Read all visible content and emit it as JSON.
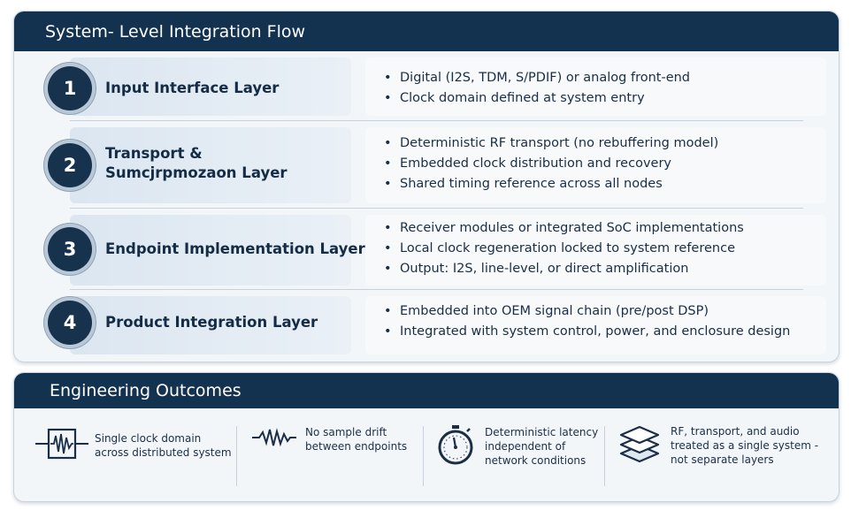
{
  "flow": {
    "title": "System- Level Integration Flow",
    "layers": [
      {
        "number": "1",
        "title_lines": [
          "Input Interface Layer"
        ],
        "bullets": [
          "Digital (I2S, TDM, S/PDIF) or analog front-end",
          "Clock domain defined at system entry"
        ]
      },
      {
        "number": "2",
        "title_lines": [
          "Transport &",
          "Sumcjrpmozaon Layer"
        ],
        "bullets": [
          "Deterministic RF transport (no rebuffering model)",
          "Embedded clock distribution and recovery",
          "Shared timing reference across all nodes"
        ]
      },
      {
        "number": "3",
        "title_lines": [
          "Endpoint Implementation Layer"
        ],
        "bullets": [
          "Receiver modules or integrated SoC implementations",
          "Local clock regeneration locked to system reference",
          "Output: I2S, line-level, or direct amplification"
        ]
      },
      {
        "number": "4",
        "title_lines": [
          "Product Integration Layer"
        ],
        "bullets": [
          "Embedded into OEM signal chain (pre/post DSP)",
          "Integrated with system control, power, and enclosure design"
        ]
      }
    ]
  },
  "outcomes": {
    "title": "Engineering Outcomes",
    "items": [
      {
        "icon": "waveform-box-icon",
        "lines": [
          "Single clock domain",
          "across distributed system"
        ]
      },
      {
        "icon": "signal-wave-icon",
        "lines": [
          "No sample drift",
          "between endpoints"
        ]
      },
      {
        "icon": "stopwatch-icon",
        "lines": [
          "Deterministic latency",
          "independent of",
          "network conditions"
        ]
      },
      {
        "icon": "stacked-layers-icon",
        "lines": [
          "RF, transport, and audio",
          "treated as a single system -",
          "not separate layers"
        ]
      }
    ]
  },
  "colors": {
    "header": "#13324f",
    "number_circle": "#16324d",
    "text": "#1a2e45"
  }
}
